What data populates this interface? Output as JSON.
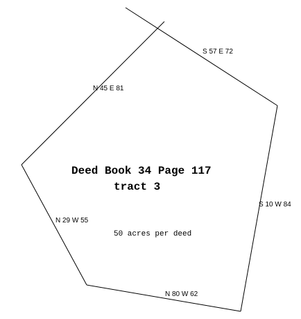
{
  "plat": {
    "title_line1": "Deed Book 34 Page 117",
    "title_line2": "tract 3",
    "acreage_note": "50 acres per deed",
    "calls": [
      {
        "label": "S 57 E 72"
      },
      {
        "label": "S 10 W 84"
      },
      {
        "label": "N 80 W 62"
      },
      {
        "label": "N 29 W 55"
      },
      {
        "label": "N 45 E 81"
      }
    ],
    "line_color": "#000000",
    "text_color": "#000000"
  }
}
